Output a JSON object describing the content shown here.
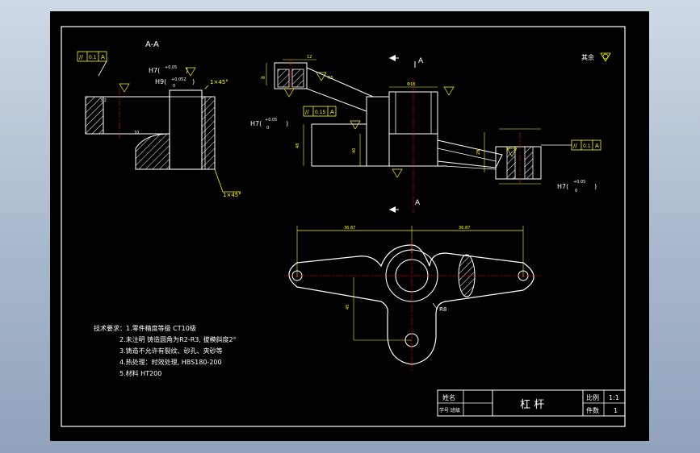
{
  "drawing": {
    "section_label": "A-A",
    "view_marker": "A",
    "roughness_note": "其余",
    "tolerance_parallel": {
      "symbol": "//",
      "value": "0.1",
      "datum": "A"
    },
    "tolerance_parallel_mid": {
      "symbol": "//",
      "value": "0.15",
      "datum": "A"
    },
    "tolerance_parallel_right": {
      "symbol": "//",
      "value": "0.1",
      "datum": "A"
    },
    "fit_h7_top": "H7(",
    "fit_h7_top_upper": "+0.05",
    "fit_h7_top_close": ")",
    "fit_h9": "H9(",
    "fit_h9_upper": "+0.052",
    "fit_h9_lower": "0",
    "fit_h9_close": ")",
    "chamfer_top": "1×45°",
    "chamfer_bottom": "1×45°",
    "fit_h7_mid": "H7(",
    "fit_h7_mid_upper": "+0.05",
    "fit_h7_mid_lower": "0",
    "fit_h7_mid_close": ")",
    "fit_h7_right": "H7(",
    "fit_h7_right_upper": "+0.05",
    "fit_h7_right_lower": "0",
    "fit_h7_right_close": ")",
    "dim_left": "36.87",
    "dim_right": "36.87",
    "radius_label": "R8",
    "tech_req": {
      "heading": "技术要求：1.零件精度等级 CT10级",
      "item2": "2.未注明 铸造圆角为R2-R3, 拔模斜度2°",
      "item3": "3.铸造不允许有裂纹、砂孔、夹砂等",
      "item4": "4.热处理：时效处理, HBS180-200",
      "item5": "5.材料 HT200"
    },
    "title_block": {
      "name_label": "姓名",
      "school_label": "学号 班级",
      "part_name": "杠 杆",
      "scale_label": "比例",
      "scale_value": "1:1",
      "count_label": "件数",
      "count_value": "1"
    },
    "colors": {
      "outline": "#ffffff",
      "dimension": "#ffff00",
      "centerline": "#ff0000",
      "hatch": "#ffffff",
      "frame": "#ffffff"
    }
  }
}
